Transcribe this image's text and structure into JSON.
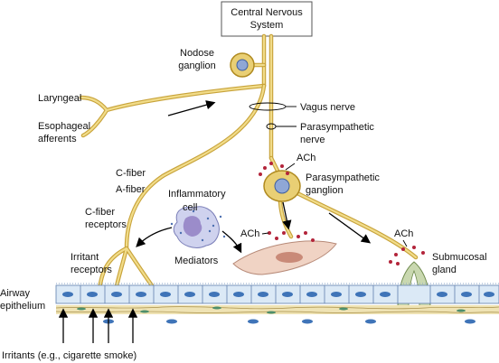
{
  "labels": {
    "cns_line1": "Central Nervous",
    "cns_line2": "System",
    "nodose_line1": "Nodose",
    "nodose_line2": "ganglion",
    "laryngeal": "Laryngeal",
    "esophageal_line1": "Esophageal",
    "esophageal_line2": "afferents",
    "vagus_nerve": "Vagus nerve",
    "parasympathetic_nerve_line1": "Parasympathetic",
    "parasympathetic_nerve_line2": "nerve",
    "ach_top": "ACh",
    "parasympathetic_ganglion_line1": "Parasympathetic",
    "parasympathetic_ganglion_line2": "ganglion",
    "c_fiber": "C-fiber",
    "a_fiber": "A-fiber",
    "c_fiber_receptors_line1": "C-fiber",
    "c_fiber_receptors_line2": "receptors",
    "inflammatory_cell_line1": "Inflammatory",
    "inflammatory_cell_line2": "cell",
    "mediators": "Mediators",
    "ach_smooth_muscle": "ACh",
    "ach_gland": "ACh",
    "irritant_receptors_line1": "Irritant",
    "irritant_receptors_line2": "receptors",
    "submucosal_gland_line1": "Submucosal",
    "submucosal_gland_line2": "gland",
    "airway_epithelium_line1": "Airway",
    "airway_epithelium_line2": "epithelium",
    "irritants": "Irritants (e.g., cigarette smoke)"
  },
  "colors": {
    "nerve": "#c8a33a",
    "nerve_highlight": "#f1dc8a",
    "epithelium_cell": "#dbe9f6",
    "nucleus": "#3f74b8",
    "smooth_muscle": "#f0d3c4",
    "inflammatory_cell": "#cfd2ee",
    "gland": "#c9d8b0",
    "ach_dot": "#b3243a"
  }
}
